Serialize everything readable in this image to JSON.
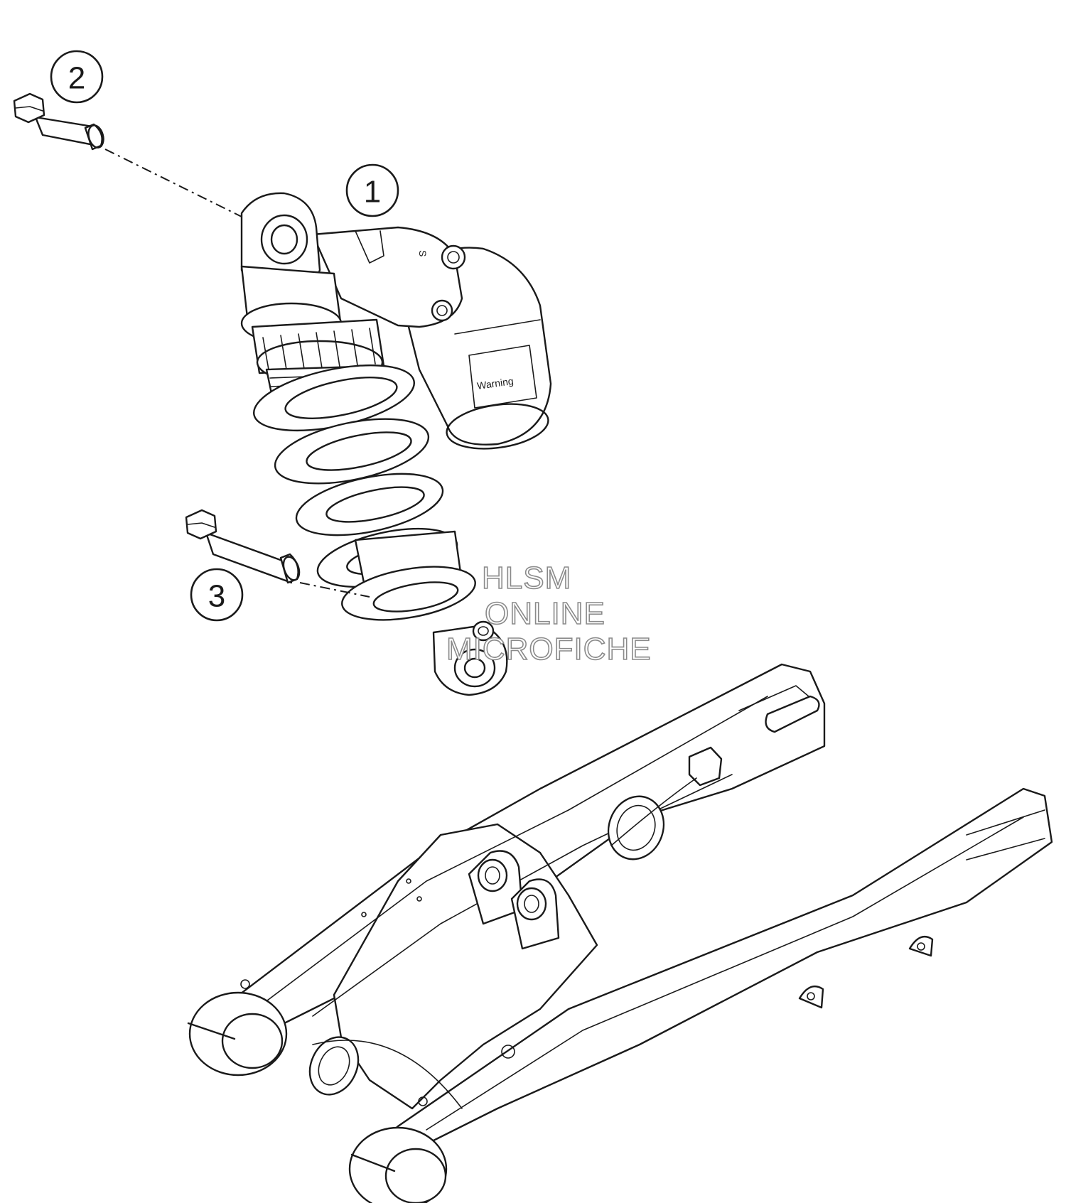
{
  "callouts": [
    {
      "number": "1",
      "part": "shock-absorber"
    },
    {
      "number": "2",
      "part": "upper-bolt"
    },
    {
      "number": "3",
      "part": "lower-bolt"
    }
  ],
  "watermark": {
    "line1": "HLSM",
    "line2": "ONLINE",
    "line3": "MICROFICHE"
  },
  "adjuster_label": "S",
  "warning_label": "Warning"
}
